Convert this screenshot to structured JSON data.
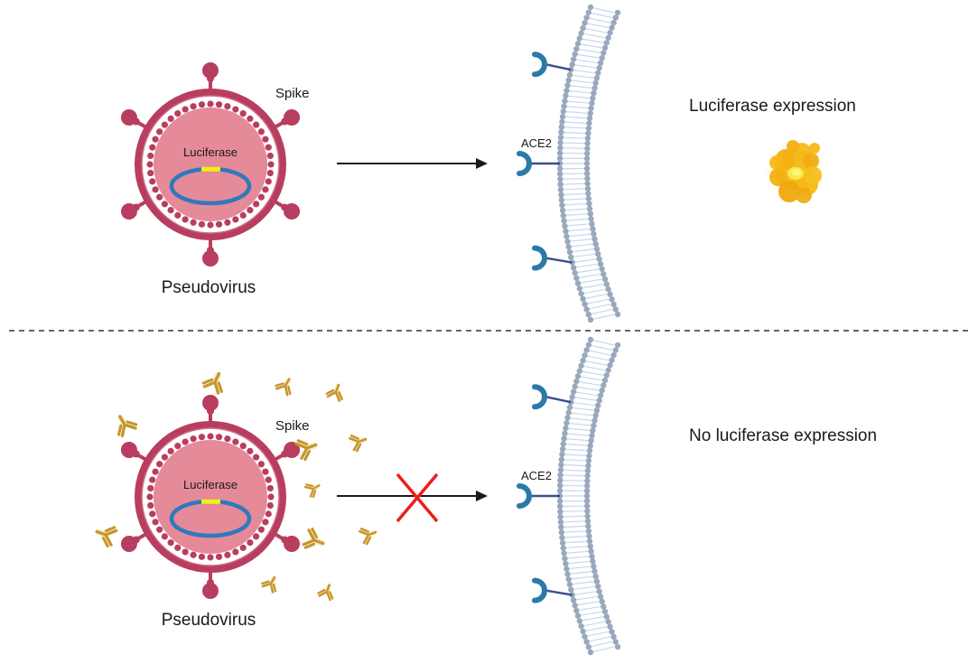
{
  "colors": {
    "virus_body": "#e58a98",
    "virus_ring": "#b83e60",
    "genome": "#2f79bd",
    "gene_insert": "#f4ef12",
    "ace2": "#2a7aa8",
    "ace2_stalk": "#3c4f94",
    "lipid_head": "#9aa8bd",
    "lipid_tail": "#c9d8ee",
    "antibody": "#c8962b",
    "arrow": "#1a1a1a",
    "block_x": "#ee1c1c",
    "divider": "#333333"
  },
  "panels": [
    {
      "id": "without-antibody",
      "virus_label": "Pseudovirus",
      "spike_label": "Spike",
      "gene_label": "Luciferase",
      "receptor_label": "ACE2",
      "result_label": "Luciferase expression",
      "has_antibodies": false,
      "entry_blocked": false,
      "luciferase_icon": "luciferase-protein-icon"
    },
    {
      "id": "with-antibody",
      "virus_label": "Pseudovirus",
      "spike_label": "Spike",
      "gene_label": "Luciferase",
      "receptor_label": "ACE2",
      "result_label": "No luciferase expression",
      "has_antibodies": true,
      "entry_blocked": true
    }
  ]
}
